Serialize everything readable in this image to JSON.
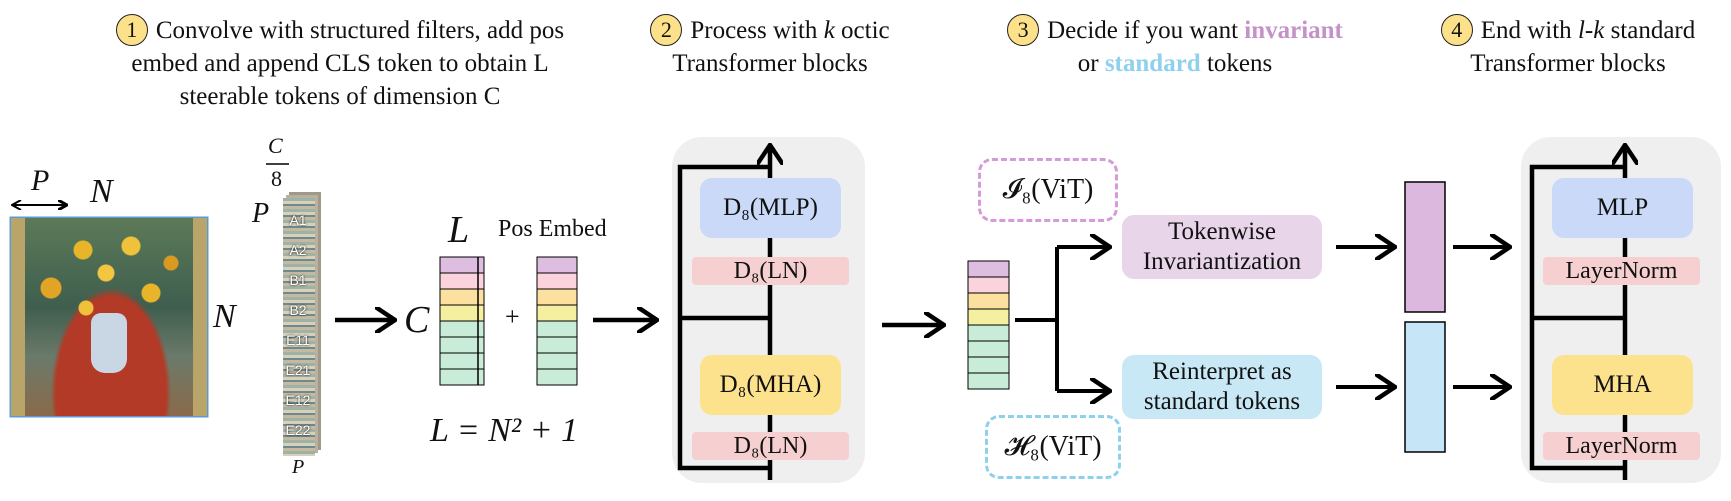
{
  "steps": [
    {
      "num": "1",
      "lines": [
        "Convolve with structured filters, add pos",
        "embed and append CLS token to obtain L",
        "steerable tokens of dimension C"
      ]
    },
    {
      "num": "2",
      "line1_a": "Process with ",
      "line1_k": "k",
      "line1_b": " octic",
      "line2": "Transformer blocks"
    },
    {
      "num": "3",
      "line1_a": "Decide if you want ",
      "line1_inv": "invariant",
      "line2_a": "or ",
      "line2_std": "standard",
      "line2_b": " tokens"
    },
    {
      "num": "4",
      "line1_a": "End with ",
      "line1_lk": "l-k",
      "line1_b": " standard",
      "line2": "Transformer blocks"
    }
  ],
  "labels": {
    "P": "P",
    "N": "N",
    "L": "L",
    "C": "C",
    "c_over_8_num": "C",
    "c_over_8_den": "8",
    "pos_embed": "Pos Embed",
    "plus": "+",
    "L_formula": "L = N² + 1",
    "tiles": [
      "A1",
      "A2",
      "B1",
      "B2",
      "E11",
      "E21",
      "E12",
      "E22"
    ]
  },
  "block2": {
    "mlp": "D₈(MLP)",
    "ln_top": "D₈(LN)",
    "mha": "D₈(MHA)",
    "ln_bottom": "D₈(LN)"
  },
  "branch": {
    "inv_tag": "𝓘₈(ViT)",
    "std_tag": "𝓗₈(ViT)",
    "inv_box": [
      "Tokenwise",
      "Invariantization"
    ],
    "std_box": [
      "Reinterpret as",
      "standard tokens"
    ]
  },
  "block4": {
    "mlp": "MLP",
    "ln_top": "LayerNorm",
    "mha": "MHA",
    "ln_bottom": "LayerNorm"
  },
  "colors": {
    "token_rows": [
      "#ddbde0",
      "#fbd3dc",
      "#fbe0a0",
      "#f5f0a0",
      "#c9ecd9",
      "#c9ecd9",
      "#c9ecd9",
      "#c9ecd9"
    ],
    "mlp_blue": "#c9d9f7",
    "mha_yellow": "#fde28e",
    "ln_pink": "#f6cfd0",
    "panel": "#efefef",
    "inv": "#c492c8",
    "std": "#8fd0ec",
    "grid": "#5b9bd5"
  }
}
